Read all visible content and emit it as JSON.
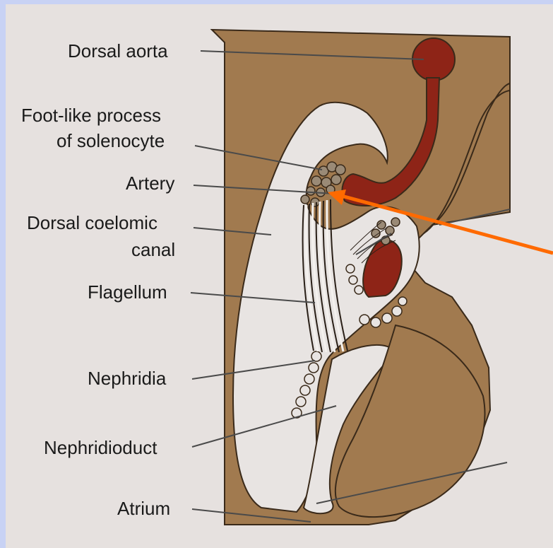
{
  "labels": {
    "dorsal_aorta": "Dorsal aorta",
    "foot_like_1": "Foot-like process",
    "foot_like_2": "of solenocyte",
    "artery": "Artery",
    "dorsal_coelomic_1": "Dorsal coelomic",
    "dorsal_coelomic_2": "canal",
    "flagellum": "Flagellum",
    "nephridia": "Nephridia",
    "nephridioduct": "Nephridioduct",
    "atrium": "Atrium"
  },
  "colors": {
    "frame": "#c8d2f4",
    "page": "#e6e1df",
    "tissue": "#a17a4f",
    "vessel": "#8e2417",
    "lumen": "#e8e4e2",
    "outline": "#3a2a1a",
    "pointer": "#ff6a00"
  }
}
